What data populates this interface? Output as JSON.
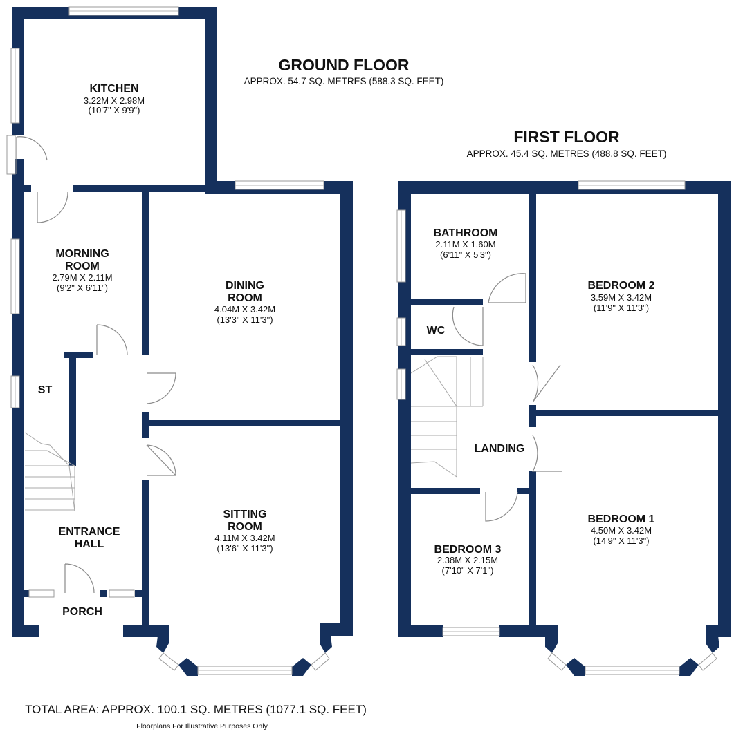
{
  "ground_floor": {
    "title": "GROUND FLOOR",
    "area": "APPROX. 54.7 SQ. METRES (588.3 SQ. FEET)",
    "rooms": {
      "kitchen": {
        "name": [
          "KITCHEN"
        ],
        "dims": [
          "3.22M X 2.98M",
          "(10'7\" X 9'9\")"
        ]
      },
      "morning_room": {
        "name": [
          "MORNING",
          "ROOM"
        ],
        "dims": [
          "2.79M X 2.11M",
          "(9'2\" X 6'11\")"
        ]
      },
      "dining_room": {
        "name": [
          "DINING",
          "ROOM"
        ],
        "dims": [
          "4.04M X 3.42M",
          "(13'3\" X 11'3\")"
        ]
      },
      "store": {
        "name": [
          "ST"
        ],
        "dims": []
      },
      "sitting_room": {
        "name": [
          "SITTING",
          "ROOM"
        ],
        "dims": [
          "4.11M X 3.42M",
          "(13'6\" X 11'3\")"
        ]
      },
      "entrance_hall": {
        "name": [
          "ENTRANCE",
          "HALL"
        ],
        "dims": []
      },
      "porch": {
        "name": [
          "PORCH"
        ],
        "dims": []
      }
    }
  },
  "first_floor": {
    "title": "FIRST FLOOR",
    "area": "APPROX. 45.4 SQ. METRES (488.8 SQ. FEET)",
    "rooms": {
      "bathroom": {
        "name": [
          "BATHROOM"
        ],
        "dims": [
          "2.11M X 1.60M",
          "(6'11\" X 5'3\")"
        ]
      },
      "wc": {
        "name": [
          "WC"
        ],
        "dims": []
      },
      "bedroom_2": {
        "name": [
          "BEDROOM 2"
        ],
        "dims": [
          "3.59M X 3.42M",
          "(11'9\" X 11'3\")"
        ]
      },
      "landing": {
        "name": [
          "LANDING"
        ],
        "dims": []
      },
      "bedroom_1": {
        "name": [
          "BEDROOM 1"
        ],
        "dims": [
          "4.50M X 3.42M",
          "(14'9\" X 11'3\")"
        ]
      },
      "bedroom_3": {
        "name": [
          "BEDROOM 3"
        ],
        "dims": [
          "2.38M X 2.15M",
          "(7'10\" X 7'1\")"
        ]
      }
    }
  },
  "total_area": "TOTAL AREA: APPROX. 100.1 SQ. METRES (1077.1 SQ. FEET)",
  "disclaimer": "Floorplans For Illustrative Purposes Only",
  "colors": {
    "wall": "#15305c",
    "background": "#ffffff"
  }
}
